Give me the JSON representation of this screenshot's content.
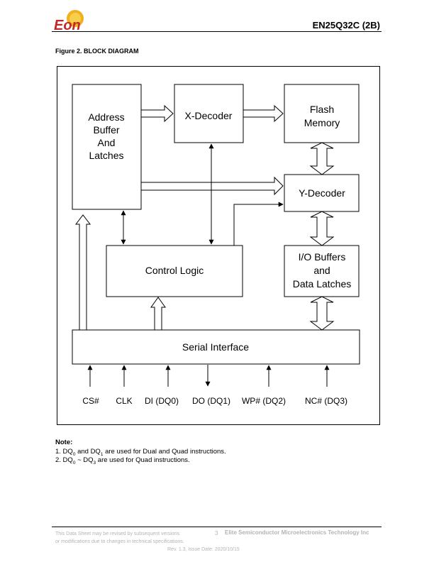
{
  "header": {
    "doc_title": "EN25Q32C (2B)",
    "logo_text": "Eon"
  },
  "figure": {
    "caption": "Figure 2.  BLOCK DIAGRAM",
    "blocks": {
      "address_buffer": [
        "Address",
        "Buffer",
        "And",
        "Latches"
      ],
      "x_decoder": "X-Decoder",
      "flash_memory": [
        "Flash",
        "Memory"
      ],
      "y_decoder": "Y-Decoder",
      "control_logic": "Control Logic",
      "io_buffers": [
        "I/O Buffers",
        "and",
        "Data Latches"
      ],
      "serial_interface": "Serial Interface"
    },
    "pins": [
      "CS#",
      "CLK",
      "DI (DQ0)",
      "DO (DQ1)",
      "WP# (DQ2)",
      "NC# (DQ3)"
    ]
  },
  "notes": {
    "title": "Note:",
    "line1": {
      "a": "1. DQ",
      "s1": "0",
      "b": " and DQ",
      "s2": "1",
      "c": " are used for Dual and Quad instructions."
    },
    "line2": {
      "a": "2. DQ",
      "s1": "0",
      "b": " ~ DQ",
      "s2": "3",
      "c": " are used for Quad instructions."
    }
  },
  "footer": {
    "disclaimer_1": "This Data Sheet may be revised by subsequent versions",
    "disclaimer_2": "or modifications due to changes in technical specifications.",
    "page_number": "3",
    "company": "Elite Semiconductor Microelectronics Technology Inc",
    "revision": "Rev. 1.3, Issue Date: 2020/10/15"
  }
}
